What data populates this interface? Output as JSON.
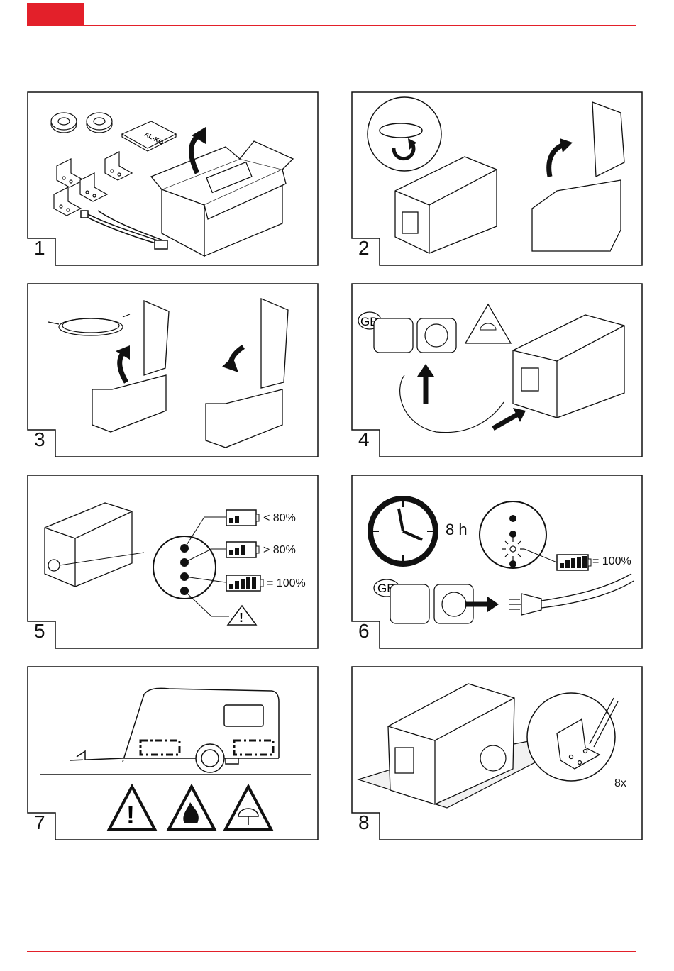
{
  "header": {
    "accent": "#e3202a"
  },
  "steps": [
    {
      "number": "1",
      "brand": "AL-KO"
    },
    {
      "number": "2"
    },
    {
      "number": "3"
    },
    {
      "number": "4",
      "country": "GB"
    },
    {
      "number": "5",
      "levels": [
        "< 80%",
        "> 80%",
        "= 100%"
      ]
    },
    {
      "number": "6",
      "duration": "8 h",
      "full": "= 100%",
      "country": "GB"
    },
    {
      "number": "7"
    },
    {
      "number": "8",
      "count": "8x"
    }
  ],
  "icons": [
    "caution-triangle-icon",
    "fire-hazard-icon",
    "keep-dry-umbrella-icon",
    "clock-icon",
    "battery-level-icon",
    "arrow-icon",
    "power-socket-icon",
    "plug-icon"
  ]
}
